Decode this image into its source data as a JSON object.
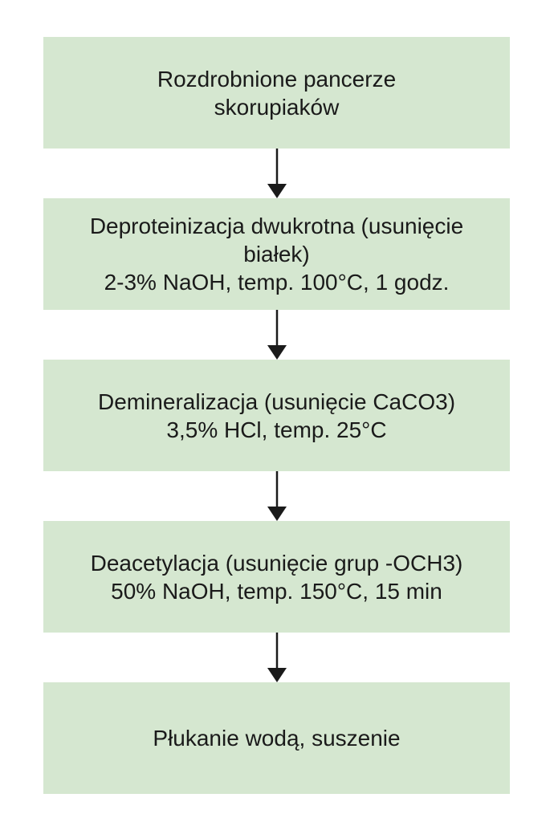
{
  "steps": [
    {
      "lines": [
        "Rozdrobnione pancerze",
        "skorupiaków"
      ]
    },
    {
      "lines": [
        "Deproteinizacja dwukrotna (usunięcie",
        "białek)",
        "2-3% NaOH, temp. 100°C, 1 godz."
      ]
    },
    {
      "lines": [
        "Demineralizacja (usunięcie CaCO3)",
        "3,5% HCl, temp. 25°C"
      ]
    },
    {
      "lines": [
        "Deacetylacja (usunięcie grup -OCH3)",
        "50% NaOH, temp. 150°C, 15 min"
      ]
    },
    {
      "lines": [
        "Płukanie wodą, suszenie"
      ]
    }
  ],
  "colors": {
    "box_fill": "#d5e7d0",
    "text": "#1a1a1a",
    "arrow": "#1a1a1a"
  }
}
